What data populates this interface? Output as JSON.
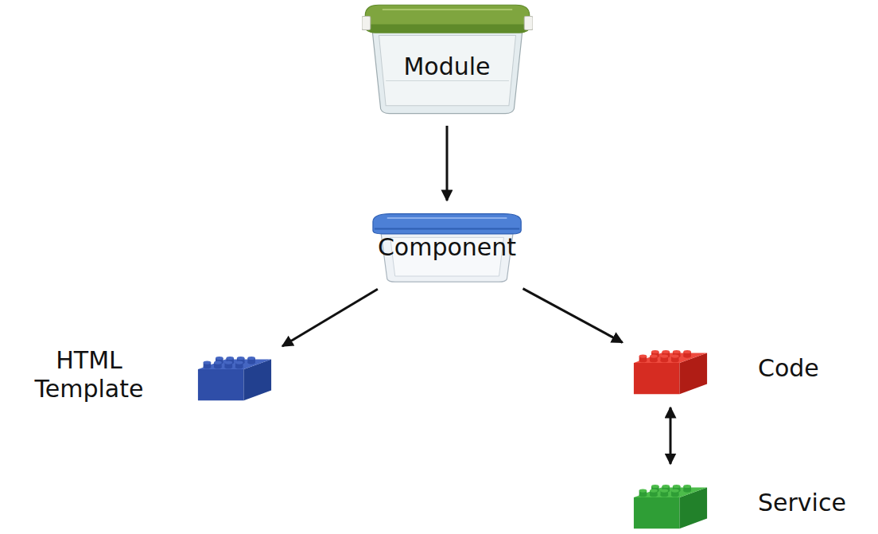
{
  "diagram": {
    "nodes": [
      {
        "text": [
          "Module"
        ]
      },
      {
        "text": [
          "Component"
        ]
      },
      {
        "text": [
          "HTML Template"
        ]
      },
      {
        "text": [
          "Code"
        ]
      },
      {
        "text": [
          "Service"
        ]
      }
    ],
    "edges": [
      {
        "from": 0,
        "to": 1,
        "arrow": "to"
      },
      {
        "from": 1,
        "to": 2,
        "arrow": "to"
      },
      {
        "from": 1,
        "to": 3,
        "arrow": "to"
      },
      {
        "from": 3,
        "to": 4,
        "arrow": "both"
      }
    ]
  }
}
